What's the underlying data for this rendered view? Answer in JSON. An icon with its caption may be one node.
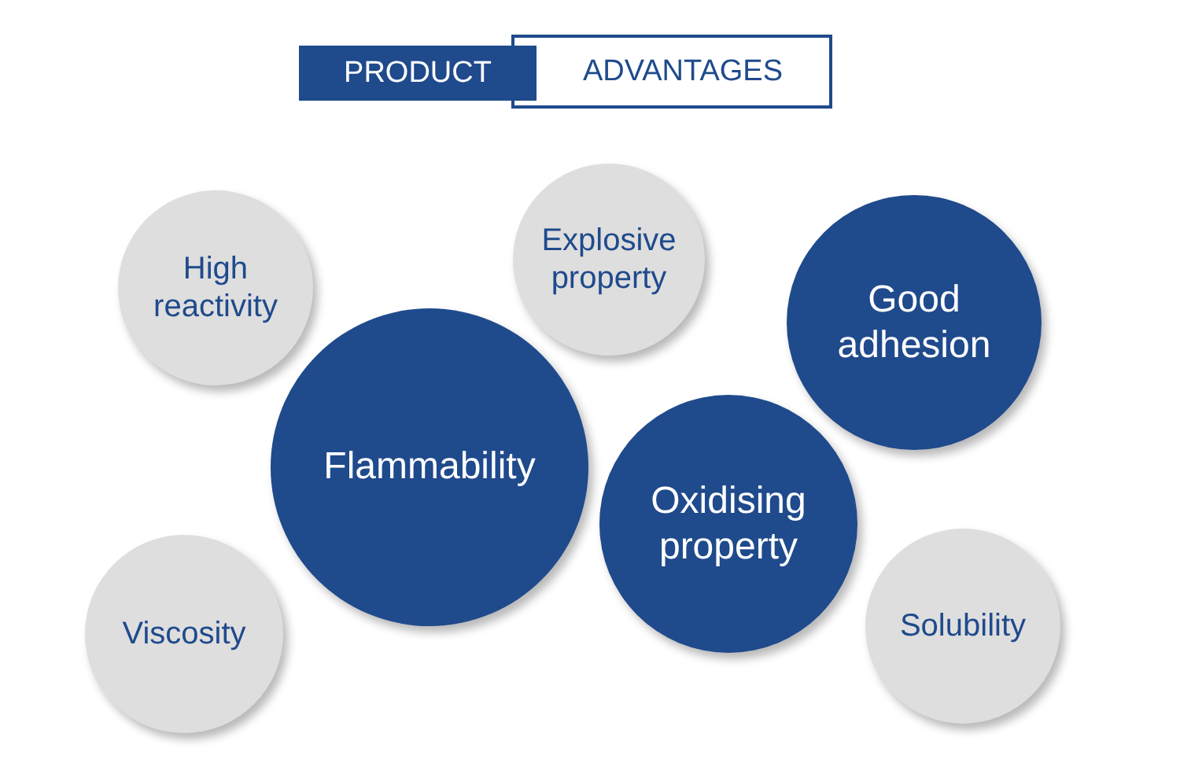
{
  "diagram": {
    "nodes": [
      {
        "text": [
          "PRODUCT"
        ]
      },
      {
        "text": [
          "ADVANTAGES"
        ]
      },
      {
        "text": [
          "High reactivity"
        ]
      },
      {
        "text": [
          "Explosive property"
        ]
      },
      {
        "text": [
          "Good adhesion"
        ]
      },
      {
        "text": [
          "Flammability"
        ]
      },
      {
        "text": [
          "Oxidising property"
        ]
      },
      {
        "text": [
          "Viscosity"
        ]
      },
      {
        "text": [
          "Solubility"
        ]
      }
    ]
  }
}
